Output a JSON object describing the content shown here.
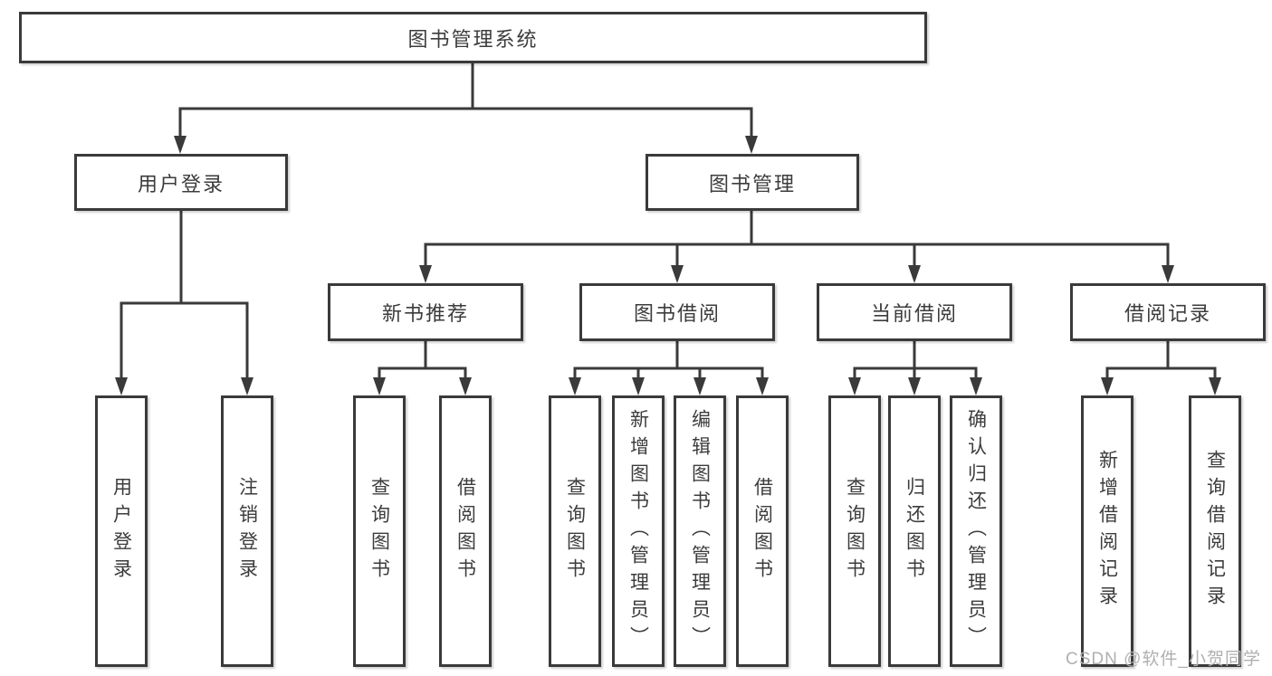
{
  "diagram": {
    "type": "hierarchy-tree",
    "root": "图书管理系统",
    "user_login": {
      "label": "用户登录",
      "children": {
        "login": "用户登录",
        "logout": "注销登录"
      }
    },
    "book_management": {
      "label": "图书管理",
      "sections": {
        "new_books": {
          "label": "新书推荐",
          "children": {
            "query_books": "查询图书",
            "borrow_books": "借阅图书"
          }
        },
        "book_borrowing": {
          "label": "图书借阅",
          "children": {
            "query_books": "查询图书",
            "add_books_admin": "新增图书（管理员）",
            "edit_books_admin": "编辑图书（管理员）",
            "borrow_books": "借阅图书"
          }
        },
        "current_borrowing": {
          "label": "当前借阅",
          "children": {
            "query_books": "查询图书",
            "return_books": "归还图书",
            "confirm_return_admin": "确认归还（管理员）"
          }
        },
        "borrow_records": {
          "label": "借阅记录",
          "children": {
            "add_record": "新增借阅记录",
            "query_record": "查询借阅记录"
          }
        }
      }
    }
  },
  "watermark": "CSDN @软件_小贺同学",
  "colors": {
    "line": "#3a3a3a",
    "box_border": "#3a3a3a",
    "text": "#3c3c3c",
    "watermark": "#b0b0b0",
    "background": "#ffffff"
  }
}
